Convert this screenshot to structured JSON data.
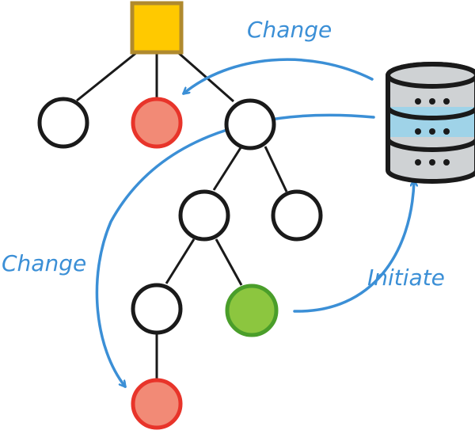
{
  "labels": {
    "change_top": "Change",
    "change_left": "Change",
    "initiate": "Initiate"
  },
  "colors": {
    "arrow": "#3b8fd6",
    "root_fill": "#ffc900",
    "root_stroke": "#b08a2e",
    "node_stroke": "#1a1a1a",
    "changed_fill": "#f28a76",
    "changed_stroke": "#e8342a",
    "initiator_fill": "#8cc63f",
    "initiator_stroke": "#4a9e2a",
    "db_gray": "#cfd2d4",
    "db_blue": "#9fd3e8"
  },
  "icons": [
    "database-icon"
  ]
}
